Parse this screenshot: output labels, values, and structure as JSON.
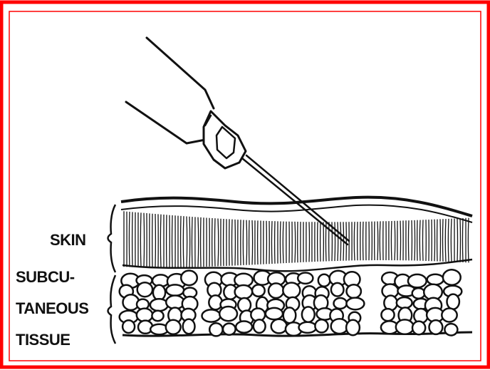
{
  "diagram": {
    "labels": {
      "skin": "SKIN",
      "subcutaneous_line1": "SUBCU-",
      "subcutaneous_line2": "TANEOUS",
      "subcutaneous_line3": "TISSUE"
    },
    "colors": {
      "frame": "#ff0000",
      "ink": "#111111",
      "background": "#ffffff"
    },
    "icons": [
      "syringe-needle-icon",
      "skin-layer",
      "fat-cells"
    ]
  }
}
